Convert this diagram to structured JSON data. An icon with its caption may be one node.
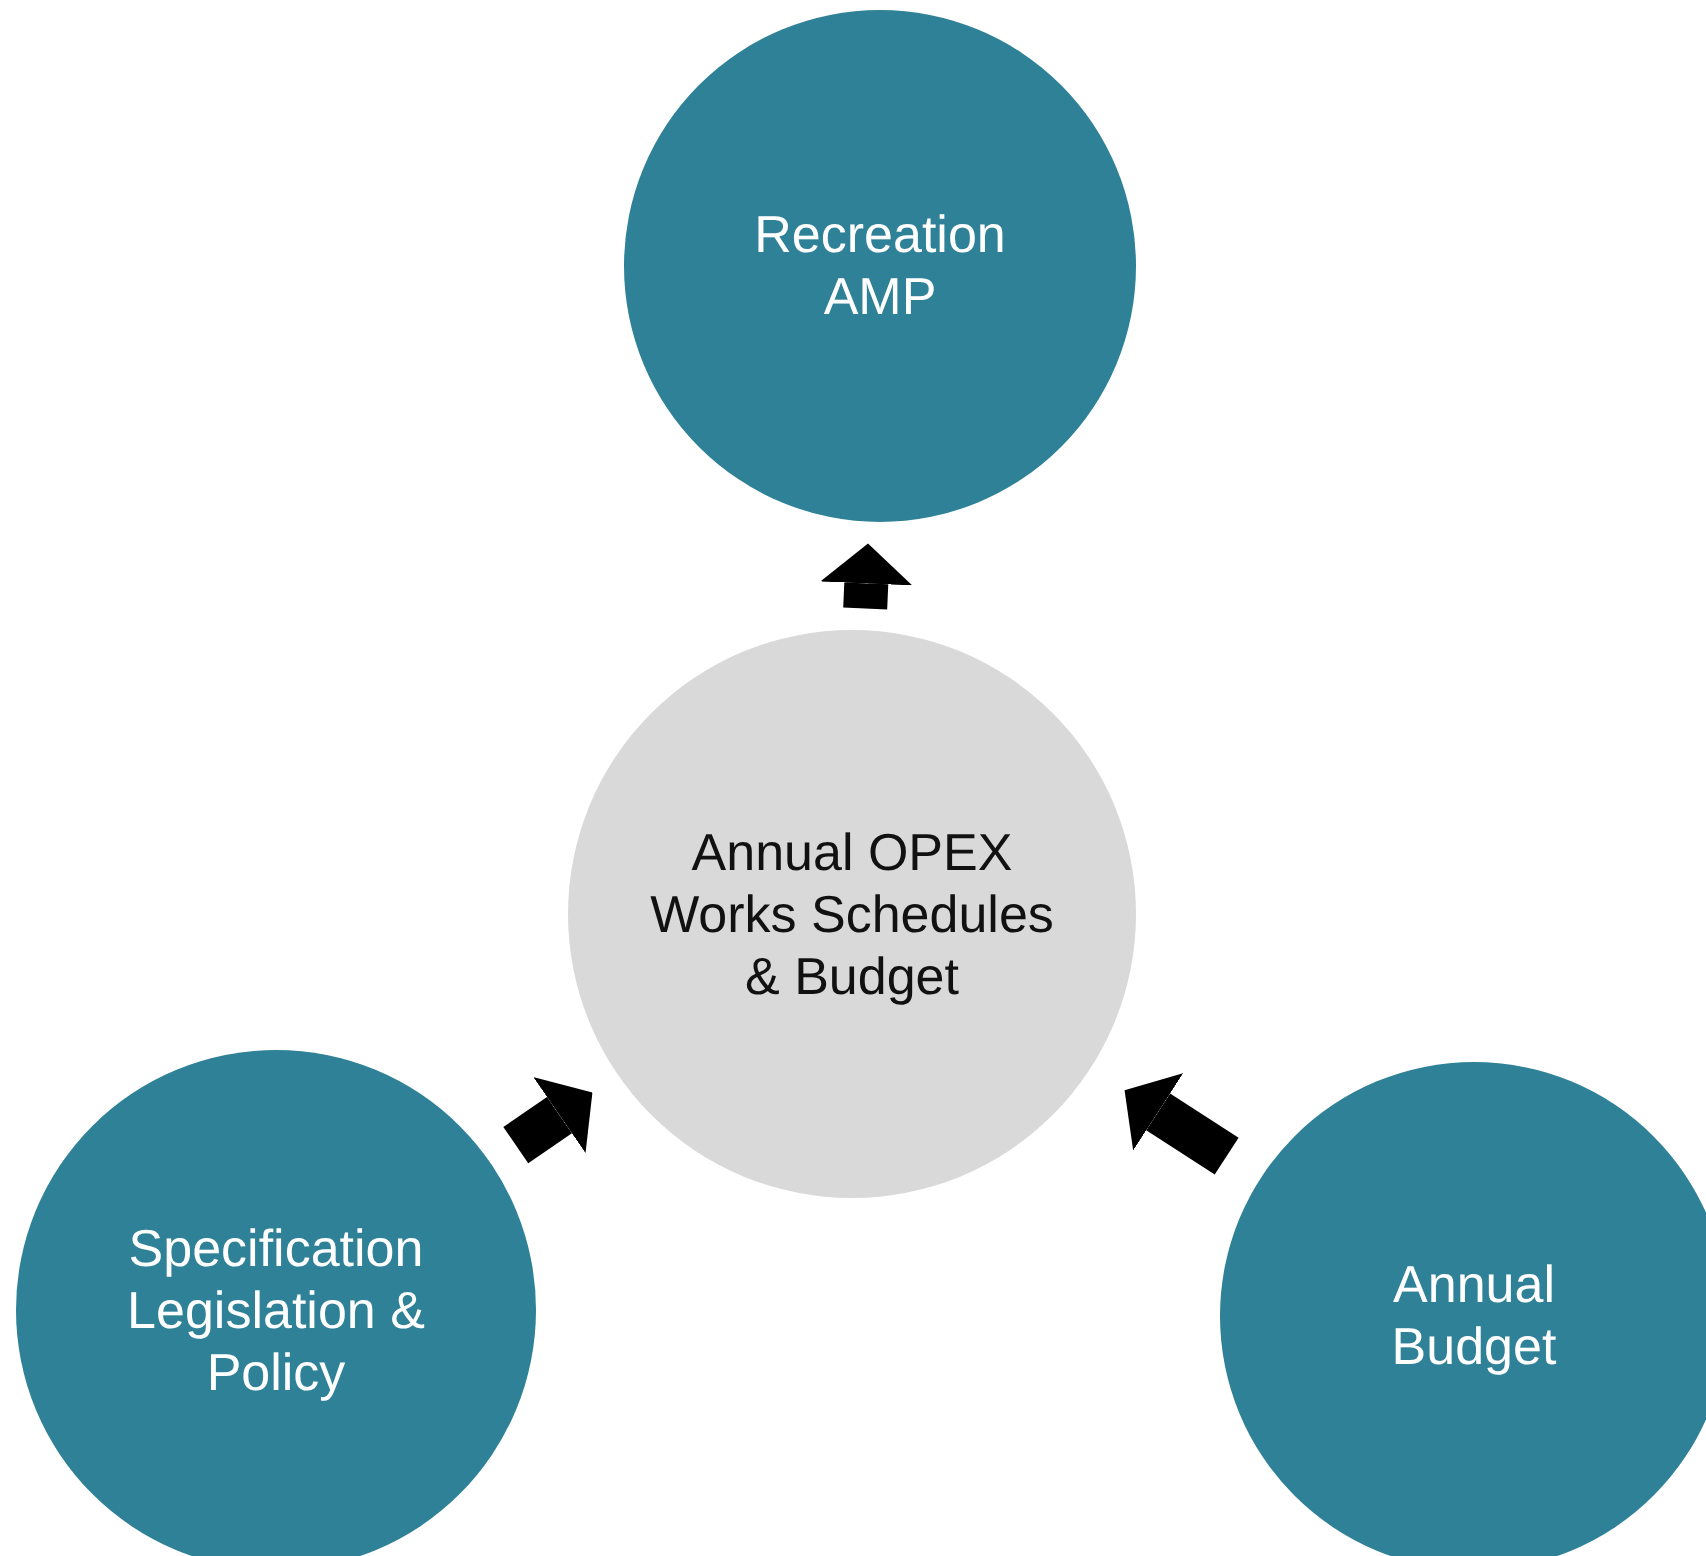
{
  "diagram": {
    "nodes": [
      {
        "text": [
          "Recreation AMP"
        ]
      },
      {
        "text": [
          "Annual OPEX Works Schedules & Budget"
        ]
      },
      {
        "text": [
          "Specification Legislation & Policy"
        ]
      },
      {
        "text": [
          "Annual Budget"
        ]
      }
    ],
    "edges": [
      {
        "from": 1,
        "to": 0,
        "arrow": "to"
      },
      {
        "from": 2,
        "to": 1,
        "arrow": "to"
      },
      {
        "from": 3,
        "to": 1,
        "arrow": "to"
      }
    ]
  }
}
